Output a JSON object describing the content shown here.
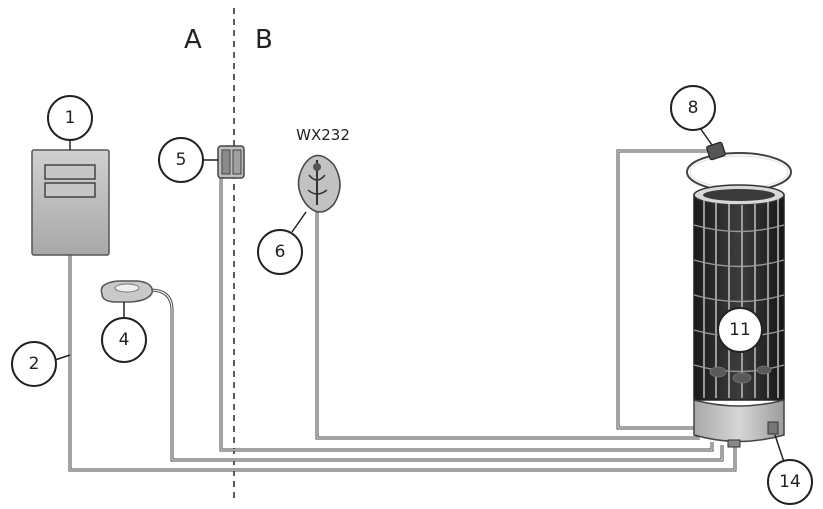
{
  "zones": {
    "a": "A",
    "b": "B"
  },
  "callouts": {
    "c1": "1",
    "c2": "2",
    "c4": "4",
    "c5": "5",
    "c6": "6",
    "c8": "8",
    "c11": "11",
    "c14": "14"
  },
  "sensor_model": "WX232",
  "colors": {
    "cable": "#4a4a4a",
    "control_unit": "#b8b8b8",
    "heater_body": "#2b2b2b",
    "heater_base": "#bdbdbd"
  }
}
